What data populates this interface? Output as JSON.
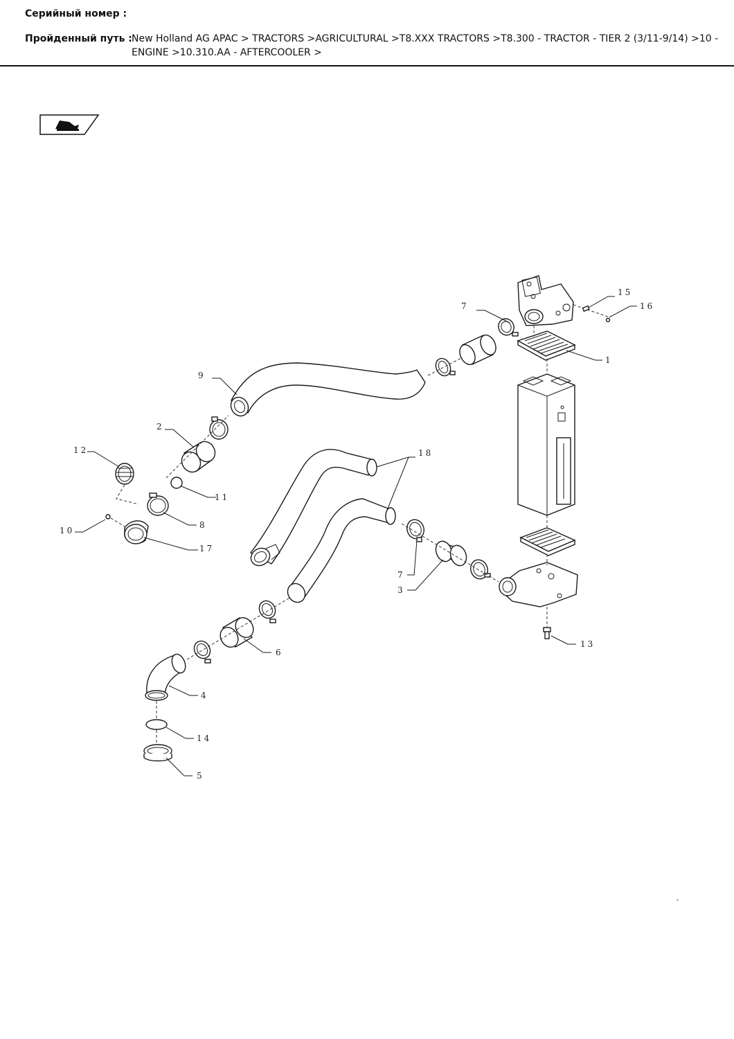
{
  "header": {
    "serial_label": "Серийный номер :",
    "serial_value": "",
    "path_label": "Пройденный путь :",
    "path_value": "New Holland AG APAC > TRACTORS >AGRICULTURAL >T8.XXX TRACTORS >T8.300 - TRACTOR - TIER 2 (3/11-9/14) >10 - ENGINE >10.310.AA - AFTERCOOLER >"
  },
  "badge": {
    "icon": "book-wrench-icon"
  },
  "diagram": {
    "callouts": {
      "c1": "1",
      "c2": "2",
      "c3": "3",
      "c4": "4",
      "c5": "5",
      "c6": "6",
      "c7a": "7",
      "c7b": "7",
      "c8": "8",
      "c9": "9",
      "c10": "10",
      "c11": "11",
      "c12": "12",
      "c13": "13",
      "c14": "14",
      "c15": "15",
      "c16": "16",
      "c17": "17",
      "c18": "18"
    }
  },
  "footer": {
    "mark": "`"
  }
}
